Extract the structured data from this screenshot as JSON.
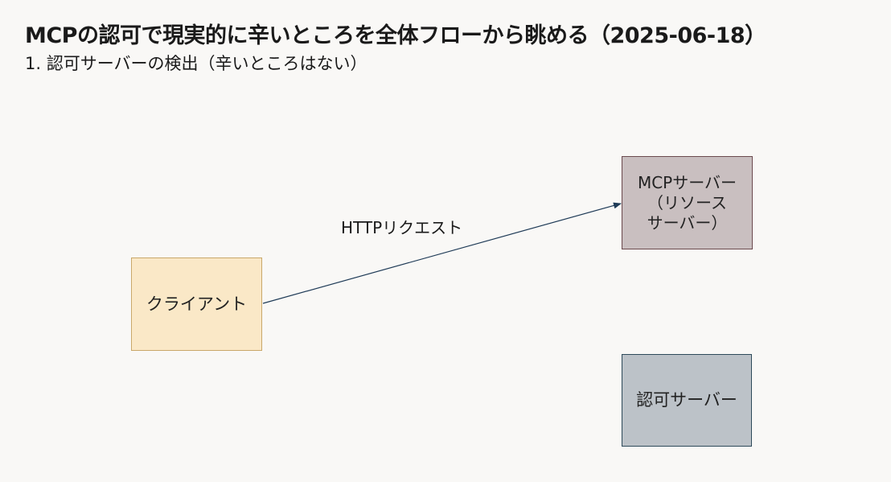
{
  "title": "MCPの認可で現実的に辛いところを全体フローから眺める（2025-06-18）",
  "subtitle": "1. 認可サーバーの検出（辛いところはない）",
  "nodes": {
    "client": {
      "label": "クライアント",
      "fill": "#fae8c7",
      "stroke": "#c9a86a"
    },
    "mcp_server": {
      "label": "MCPサーバー\n（リソース\nサーバー）",
      "fill": "#c9bfc0",
      "stroke": "#6b4a4e"
    },
    "auth_server": {
      "label": "認可サーバー",
      "fill": "#bcc2c8",
      "stroke": "#2e4a5a"
    }
  },
  "edges": [
    {
      "from": "client",
      "to": "mcp_server",
      "label": "HTTPリクエスト",
      "color": "#1f3b57"
    }
  ]
}
